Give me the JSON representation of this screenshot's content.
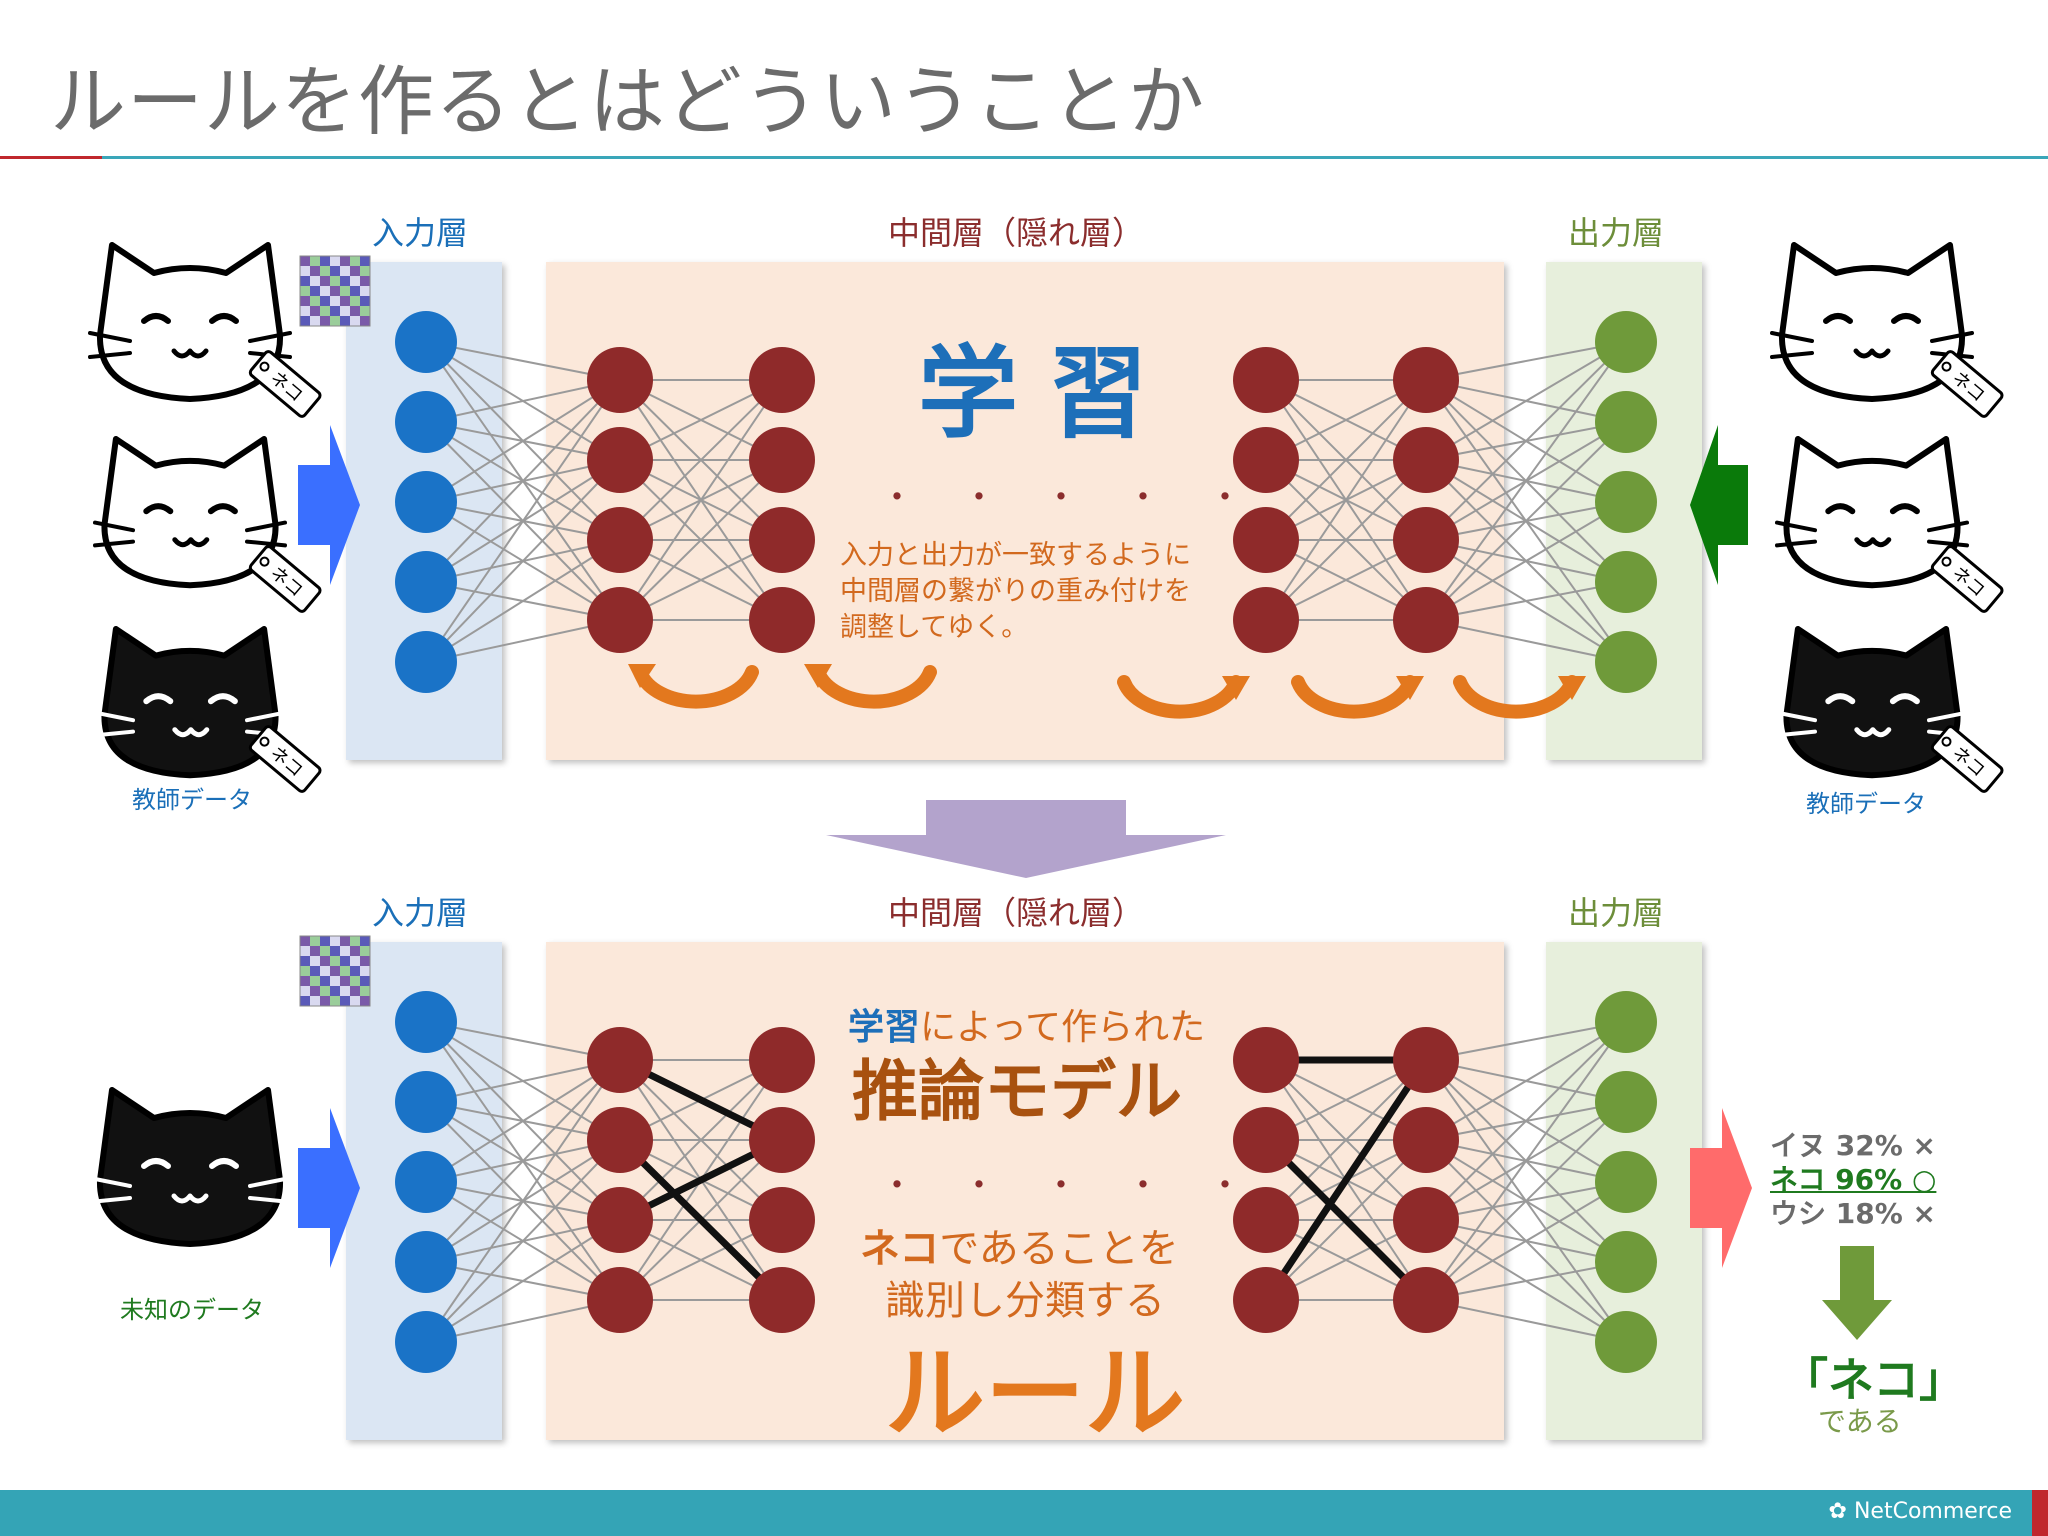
{
  "title": "ルールを作るとはどういうことか",
  "top": {
    "input_label": "入力層",
    "middle_label": "中間層（隠れ層）",
    "output_label": "出力層",
    "heading": "学習",
    "description_lines": [
      "入力と出力が一致するように",
      "中間層の繋がりの重み付けを",
      "調整してゆく。"
    ],
    "dots": "・・・・・",
    "teacher_left": "教師データ",
    "teacher_right": "教師データ",
    "tag_text": "ネコ"
  },
  "bottom": {
    "input_label": "入力層",
    "middle_label": "中間層（隠れ層）",
    "output_label": "出力層",
    "learn_word": "学習",
    "learn_rest": "によって作られた",
    "model": "推論モデル",
    "dots": "・・・・・",
    "neko_word": "ネコ",
    "neko_rest": "であることを",
    "classify": "識別し分類する",
    "rule": "ルール",
    "unknown_data": "未知のデータ",
    "results": [
      {
        "text": "イヌ 32% ×",
        "highlight": false
      },
      {
        "text": "ネコ 96% ○",
        "highlight": true
      },
      {
        "text": "ウシ 18% ×",
        "highlight": false
      }
    ],
    "final": "「ネコ」",
    "final_sub": "である"
  },
  "colors": {
    "input_node": "#1a73c7",
    "hidden_node": "#8f2a2a",
    "output_node": "#6f9a3a",
    "arrow_blue": "#3a6fff",
    "arrow_green": "#0a7a0a",
    "arrow_red": "#ff6b6b",
    "arrow_purple": "#b3a3cc",
    "orange": "#e3781e"
  },
  "footer": {
    "logo": "NetCommerce"
  }
}
